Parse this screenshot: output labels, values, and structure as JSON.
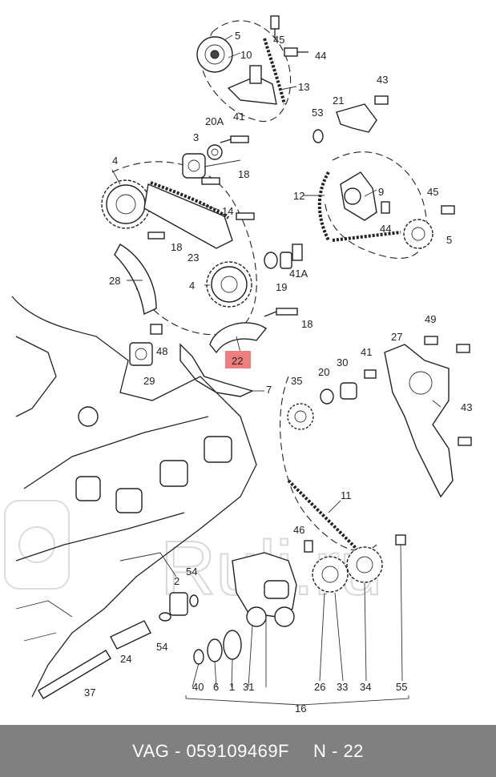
{
  "labels": {
    "p5a": "5",
    "p45a": "45",
    "p44a": "44",
    "p10": "10",
    "p13": "13",
    "p43a": "43",
    "p21": "21",
    "p53": "53",
    "p20A": "20A",
    "p41a": "41",
    "p3": "3",
    "p4a": "4",
    "p18a": "18",
    "p14": "14",
    "p12": "12",
    "p9": "9",
    "p45b": "45",
    "p44b": "44",
    "p5b": "5",
    "p18b": "18",
    "p23": "23",
    "p28": "28",
    "p4b": "4",
    "p19": "19",
    "p41A": "41A",
    "p18c": "18",
    "p48": "48",
    "p29": "29",
    "p22": "22",
    "p7": "7",
    "p49": "49",
    "p27": "27",
    "p35": "35",
    "p20": "20",
    "p30": "30",
    "p41b": "41",
    "p43b": "43",
    "p11": "11",
    "p46": "46",
    "p2": "2",
    "p54a": "54",
    "p54b": "54",
    "p24": "24",
    "p37": "37",
    "p40": "40",
    "p6": "6",
    "p1": "1",
    "p31": "31",
    "p26": "26",
    "p33": "33",
    "p34": "34",
    "p55": "55",
    "p16": "16"
  },
  "highlight": {
    "label": "22",
    "color": "#ee7d7d"
  },
  "watermark": "Ruli.ru",
  "footer": {
    "brand": "VAG - 059109469F",
    "page": "N - 22"
  },
  "colors": {
    "footer_bg": "#808080",
    "footer_text": "#ffffff",
    "lines": "#222222"
  }
}
